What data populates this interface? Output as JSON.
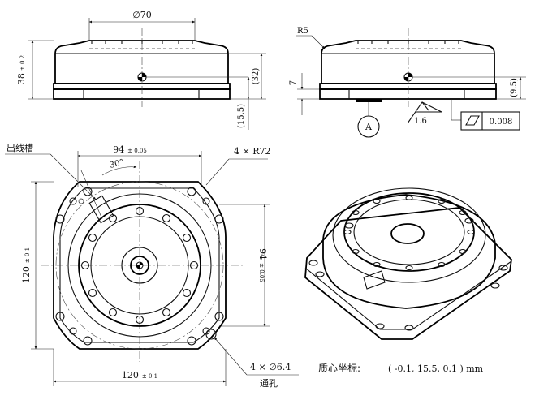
{
  "dimensions": {
    "front_dia": "∅70",
    "front_height": "38",
    "front_height_tol": "± 0.2",
    "front_ref": "(32)",
    "front_ref2": "(15.5)",
    "side_radius": "R5",
    "side_step": "7",
    "side_ref": "(9.5)",
    "datum": "A",
    "roughness": "1.6",
    "flatness": "0.008",
    "top_width": "94",
    "top_width_tol": "± 0.05",
    "corner_radius": "4 × R72",
    "angle": "30°",
    "cable_slot": "出线槽",
    "outer_height": "120",
    "outer_height_tol": "± 0.1",
    "inner_height": "94",
    "inner_height_tol": "± 0.05",
    "outer_width": "120",
    "outer_width_tol": "± 0.1",
    "holes": "4 × ∅6.4",
    "holes_note": "通孔"
  },
  "note": {
    "center_of_mass_label": "质心坐标:",
    "center_of_mass_value": "( -0.1, 15.5, 0.1 ) mm"
  },
  "colors": {
    "line": "#111111",
    "background": "#ffffff"
  }
}
